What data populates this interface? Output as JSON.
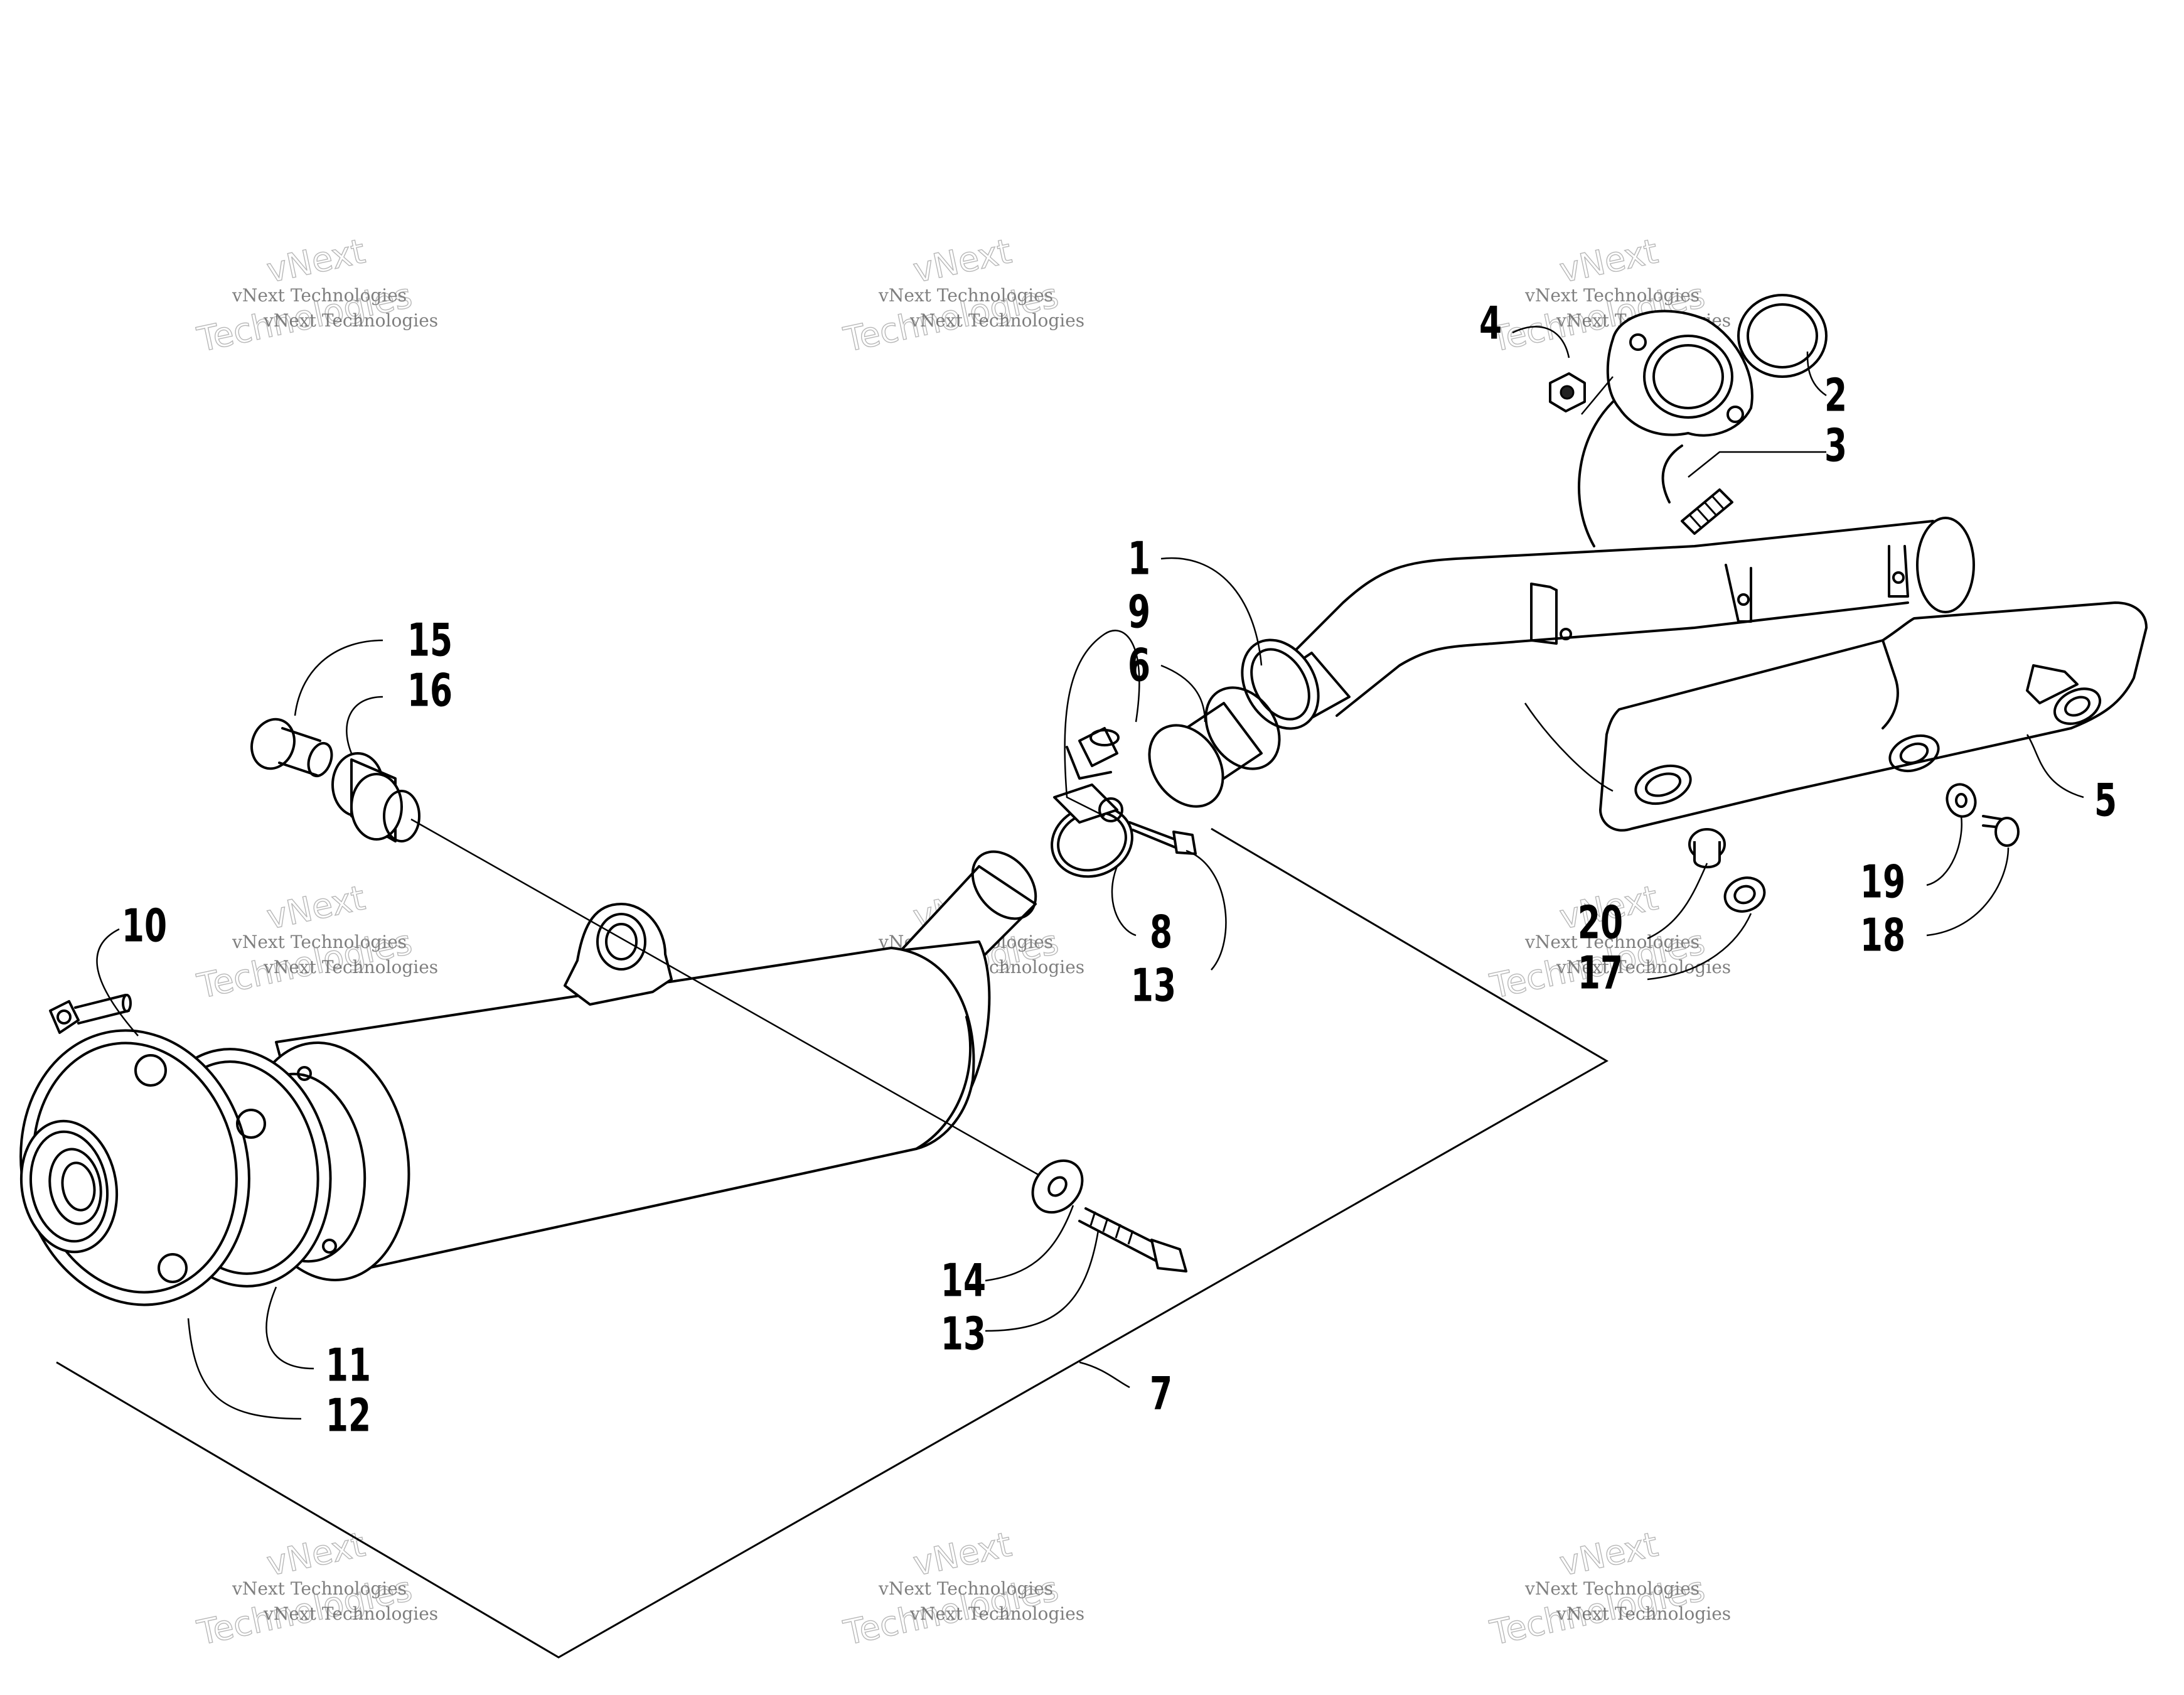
{
  "watermark": {
    "line": "vNext Technologies",
    "top": "vNext",
    "bottom": "Technologies"
  },
  "callouts": {
    "c1": "1",
    "c2": "2",
    "c3": "3",
    "c4": "4",
    "c5": "5",
    "c6": "6",
    "c7": "7",
    "c8": "8",
    "c9": "9",
    "c10": "10",
    "c11": "11",
    "c12": "12",
    "c13a": "13",
    "c13b": "13",
    "c14": "14",
    "c15": "15",
    "c16": "16",
    "c17": "17",
    "c18": "18",
    "c19": "19",
    "c20": "20"
  }
}
